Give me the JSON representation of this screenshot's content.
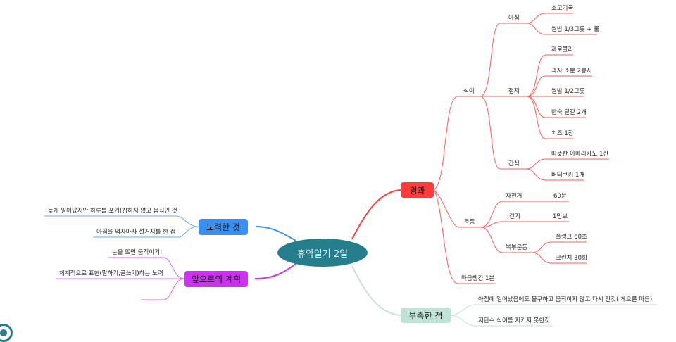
{
  "central": "휴약일기 2일",
  "colors": {
    "central": "#267d8c",
    "result": "#ff3b3b",
    "lacking": "#bfe3d6",
    "effort": "#3b8ff0",
    "plan": "#cc33ee"
  },
  "result": {
    "label": "경과",
    "diet": {
      "label": "식이",
      "morning": {
        "label": "아침",
        "items": [
          "소고기국",
          "쌀밥 1/3그릇 + 물"
        ]
      },
      "lunch": {
        "label": "점저",
        "items": [
          "제로콜라",
          "과자 소분 2봉지",
          "쌀밥 1/2그릇",
          "반숙 달걀 2개",
          "치즈 1장"
        ]
      },
      "snack": {
        "label": "간식",
        "items": [
          "따뜻한 아메리카노 1잔",
          "버터쿠키 1개"
        ]
      }
    },
    "exercise": {
      "label": "운동",
      "bike": {
        "label": "자전거",
        "value": "60분"
      },
      "walk": {
        "label": "걷기",
        "value": "1만보"
      },
      "abs": {
        "label": "복부운동",
        "items": [
          "플랭크 60초",
          "크런치 30회"
        ]
      }
    },
    "mindfulness": "마음챙김 1분"
  },
  "lacking": {
    "label": "부족한 점",
    "items": [
      "아침에 일어났음에도 불구하고 움직이지 않고 다시 잔것( 게으른 마음)",
      "저탄수 식이를 지키지 못한것"
    ]
  },
  "effort": {
    "label": "노력한 것",
    "items": [
      "늦게 일어났지만 하루를 포기(?)하지 않고 움직인 것",
      "아침을 먹자마자 설거지를 한 점"
    ]
  },
  "plan": {
    "label": "앞으로의 계획",
    "items": [
      "눈을 뜨면 움직이기!",
      "체계적으로 표현(말하기,글쓰기)하는 노력",
      ""
    ]
  }
}
